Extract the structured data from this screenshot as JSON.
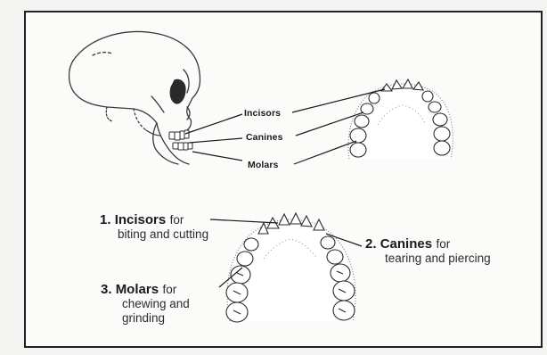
{
  "top_labels": {
    "incisors": "Incisors",
    "canines": "Canines",
    "molars": "Molars"
  },
  "bottom_labels": {
    "incisors": {
      "number": "1.",
      "name": "Incisors",
      "desc_1": "for",
      "desc_2": "biting and cutting"
    },
    "canines": {
      "number": "2.",
      "name": "Canines",
      "desc_1": "for",
      "desc_2": "tearing and piercing"
    },
    "molars": {
      "number": "3.",
      "name": "Molars",
      "desc_1": "for",
      "desc_2": "chewing and",
      "desc_3": "grinding"
    }
  }
}
